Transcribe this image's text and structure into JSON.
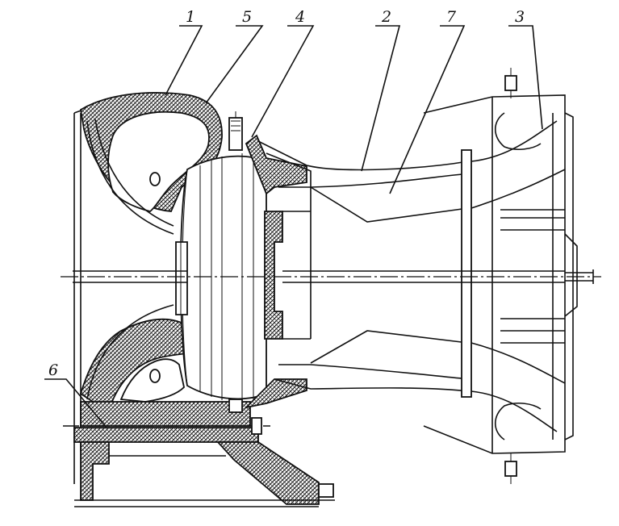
{
  "callouts": [
    {
      "id": "1",
      "text": "1"
    },
    {
      "id": "5",
      "text": "5"
    },
    {
      "id": "4",
      "text": "4"
    },
    {
      "id": "2",
      "text": "2"
    },
    {
      "id": "7",
      "text": "7"
    },
    {
      "id": "3",
      "text": "3"
    },
    {
      "id": "6",
      "text": "6"
    }
  ]
}
